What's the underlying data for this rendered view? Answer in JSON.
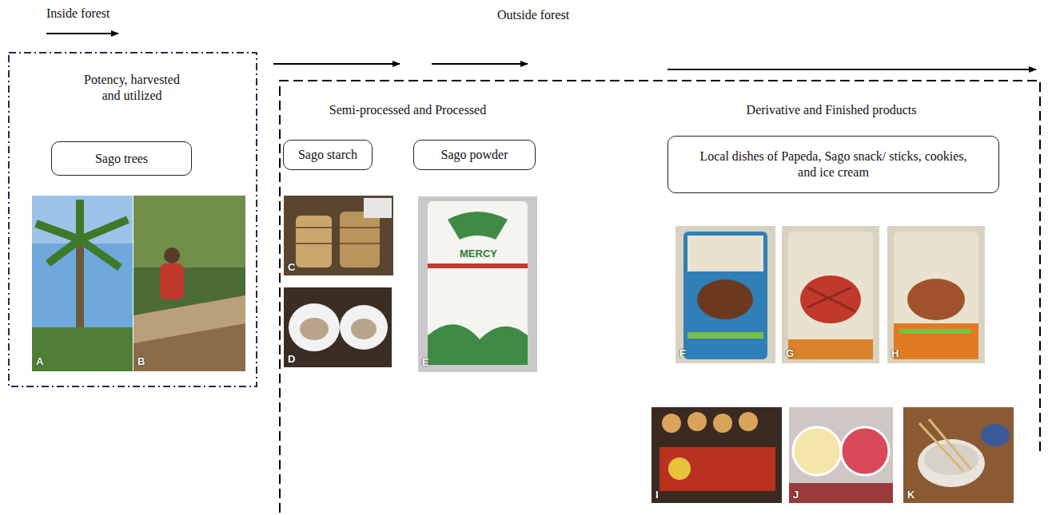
{
  "diagram": {
    "nodes": [
      {
        "text": [
          "Potency, harvested and utilized"
        ]
      },
      {
        "text": [
          "Sago trees"
        ],
        "in": 0
      },
      {
        "text": [
          "Semi-processed and Processed",
          "Derivative and Finished products"
        ]
      },
      {
        "text": [
          "Sago starch"
        ],
        "in": 2
      },
      {
        "text": [
          "Sago powder"
        ],
        "in": 2
      },
      {
        "text": [
          "Local dishes of Papeda, Sago snack/ sticks, cookies, and ice cream"
        ],
        "in": 2
      }
    ],
    "labels": [
      "Inside forest",
      "Outside forest",
      "A",
      "B",
      "C",
      "D",
      "E",
      "F",
      "G",
      "H",
      "I",
      "J",
      "K",
      "MERCY"
    ]
  }
}
